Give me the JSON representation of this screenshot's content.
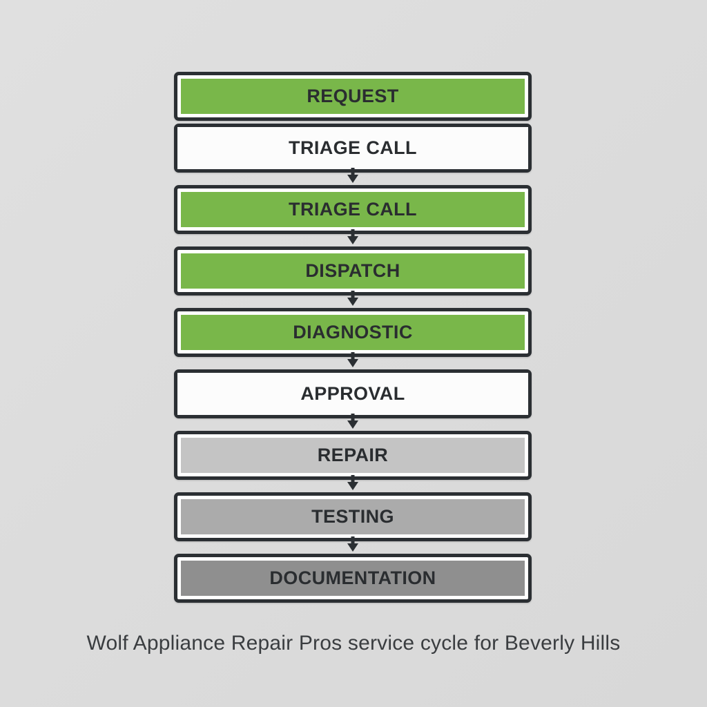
{
  "diagram": {
    "title": "Wolf Appliance Repair Pros service cycle for Beverly Hills",
    "background_color": "#dcdcdc",
    "border_color": "#2b2f33",
    "text_color": "#2a2d30",
    "accent_green": "#79b74a",
    "steps": [
      {
        "label": "REQUEST",
        "fill": "#79b74a",
        "style": "ringed",
        "arrow_below": false
      },
      {
        "label": "TRIAGE CALL",
        "fill": "#fcfcfc",
        "style": "plain",
        "arrow_below": true
      },
      {
        "label": "TRIAGE CALL",
        "fill": "#79b74a",
        "style": "ringed",
        "arrow_below": true
      },
      {
        "label": "DISPATCH",
        "fill": "#79b74a",
        "style": "ringed",
        "arrow_below": true
      },
      {
        "label": "DIAGNOSTIC",
        "fill": "#79b74a",
        "style": "ringed",
        "arrow_below": true
      },
      {
        "label": "APPROVAL",
        "fill": "#fcfcfc",
        "style": "plain",
        "arrow_below": true
      },
      {
        "label": "REPAIR",
        "fill": "#c4c4c4",
        "style": "ringed",
        "arrow_below": true
      },
      {
        "label": "TESTING",
        "fill": "#ababab",
        "style": "ringed",
        "arrow_below": true
      },
      {
        "label": "DOCUMENTATION",
        "fill": "#8f8f8f",
        "style": "ringed",
        "arrow_below": false
      }
    ]
  }
}
